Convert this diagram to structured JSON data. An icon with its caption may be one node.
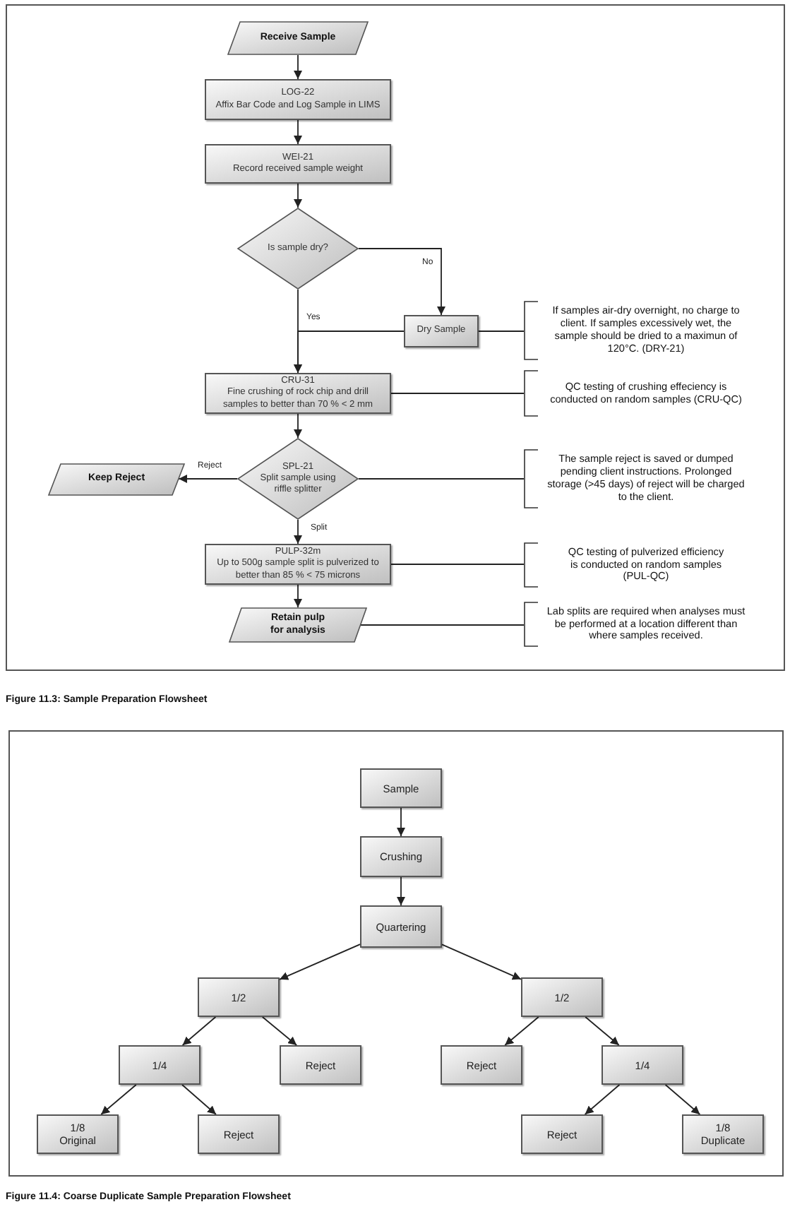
{
  "diagram": {
    "nodes": [
      {
        "text": [
          "Receive Sample"
        ]
      },
      {
        "text": [
          "LOG-22",
          "Affix Bar Code and Log Sample in LIMS"
        ]
      },
      {
        "text": [
          "WEI-21",
          "Record received sample weight"
        ]
      },
      {
        "text": [
          "Is sample dry?"
        ]
      },
      {
        "text": [
          "Dry Sample"
        ]
      },
      {
        "text": [
          "If samples air-dry overnight, no charge to client. If samples excessively wet, the sample should be dried to a maximun of 120°C. (DRY-21)"
        ]
      },
      {
        "text": [
          "CRU-31",
          "Fine crushing of rock chip and drill samples to better than 70 % < 2 mm"
        ]
      },
      {
        "text": [
          "QC testing of crushing effeciency is conducted on random samples (CRU-QC)"
        ]
      },
      {
        "text": [
          "SPL-21",
          "Split sample using riffle splitter"
        ]
      },
      {
        "text": [
          "Keep Reject"
        ]
      },
      {
        "text": [
          "The sample reject is saved or dumped pending client instructions. Prolonged storage (>45 days) of reject will be charged to the client."
        ]
      },
      {
        "text": [
          "PULP-32m",
          "Up to 500g sample split is pulverized to better than 85 % < 75 microns"
        ]
      },
      {
        "text": [
          "QC testing of pulverized efficiency is conducted on random samples (PUL-QC)"
        ]
      },
      {
        "text": [
          "Retain pulp for analysis"
        ]
      },
      {
        "text": [
          "Lab splits are required when analyses must be performed at a location different than where samples received."
        ]
      },
      {
        "text": [
          "Sample"
        ]
      },
      {
        "text": [
          "Crushing"
        ]
      },
      {
        "text": [
          "Quartering"
        ]
      },
      {
        "text": [
          "1/2"
        ]
      },
      {
        "text": [
          "1/2"
        ]
      },
      {
        "text": [
          "1/4"
        ]
      },
      {
        "text": [
          "Reject"
        ]
      },
      {
        "text": [
          "Reject"
        ]
      },
      {
        "text": [
          "1/4"
        ]
      },
      {
        "text": [
          "1/8 Original"
        ]
      },
      {
        "text": [
          "Reject"
        ]
      },
      {
        "text": [
          "Reject"
        ]
      },
      {
        "text": [
          "1/8 Duplicate"
        ]
      }
    ],
    "edges": [
      {
        "from": 0,
        "to": 1,
        "arrow": "to"
      },
      {
        "from": 1,
        "to": 2,
        "arrow": "to"
      },
      {
        "from": 2,
        "to": 3,
        "arrow": "to"
      },
      {
        "from": 3,
        "to": 4,
        "arrow": "to",
        "label": "No"
      },
      {
        "from": 3,
        "to": 6,
        "arrow": "to",
        "label": "Yes"
      },
      {
        "from": 4,
        "to": 6,
        "arrow": "to"
      },
      {
        "from": 4,
        "to": 5,
        "arrow": "none"
      },
      {
        "from": 6,
        "to": 7,
        "arrow": "none"
      },
      {
        "from": 6,
        "to": 8,
        "arrow": "to"
      },
      {
        "from": 8,
        "to": 9,
        "arrow": "to",
        "label": "Reject"
      },
      {
        "from": 8,
        "to": 10,
        "arrow": "none"
      },
      {
        "from": 8,
        "to": 11,
        "arrow": "to",
        "label": "Split"
      },
      {
        "from": 11,
        "to": 12,
        "arrow": "none"
      },
      {
        "from": 11,
        "to": 13,
        "arrow": "to"
      },
      {
        "from": 13,
        "to": 14,
        "arrow": "none"
      },
      {
        "from": 15,
        "to": 16,
        "arrow": "to"
      },
      {
        "from": 16,
        "to": 17,
        "arrow": "to"
      },
      {
        "from": 17,
        "to": 18,
        "arrow": "to"
      },
      {
        "from": 17,
        "to": 19,
        "arrow": "to"
      },
      {
        "from": 18,
        "to": 20,
        "arrow": "to"
      },
      {
        "from": 18,
        "to": 21,
        "arrow": "to"
      },
      {
        "from": 19,
        "to": 22,
        "arrow": "to"
      },
      {
        "from": 19,
        "to": 23,
        "arrow": "to"
      },
      {
        "from": 20,
        "to": 24,
        "arrow": "to"
      },
      {
        "from": 20,
        "to": 25,
        "arrow": "to"
      },
      {
        "from": 23,
        "to": 26,
        "arrow": "to"
      },
      {
        "from": 23,
        "to": 27,
        "arrow": "to"
      }
    ],
    "labels": [
      "Figure 11.3: Sample Preparation Flowsheet",
      "Figure 11.4: Coarse Duplicate Sample Preparation Flowsheet"
    ]
  }
}
